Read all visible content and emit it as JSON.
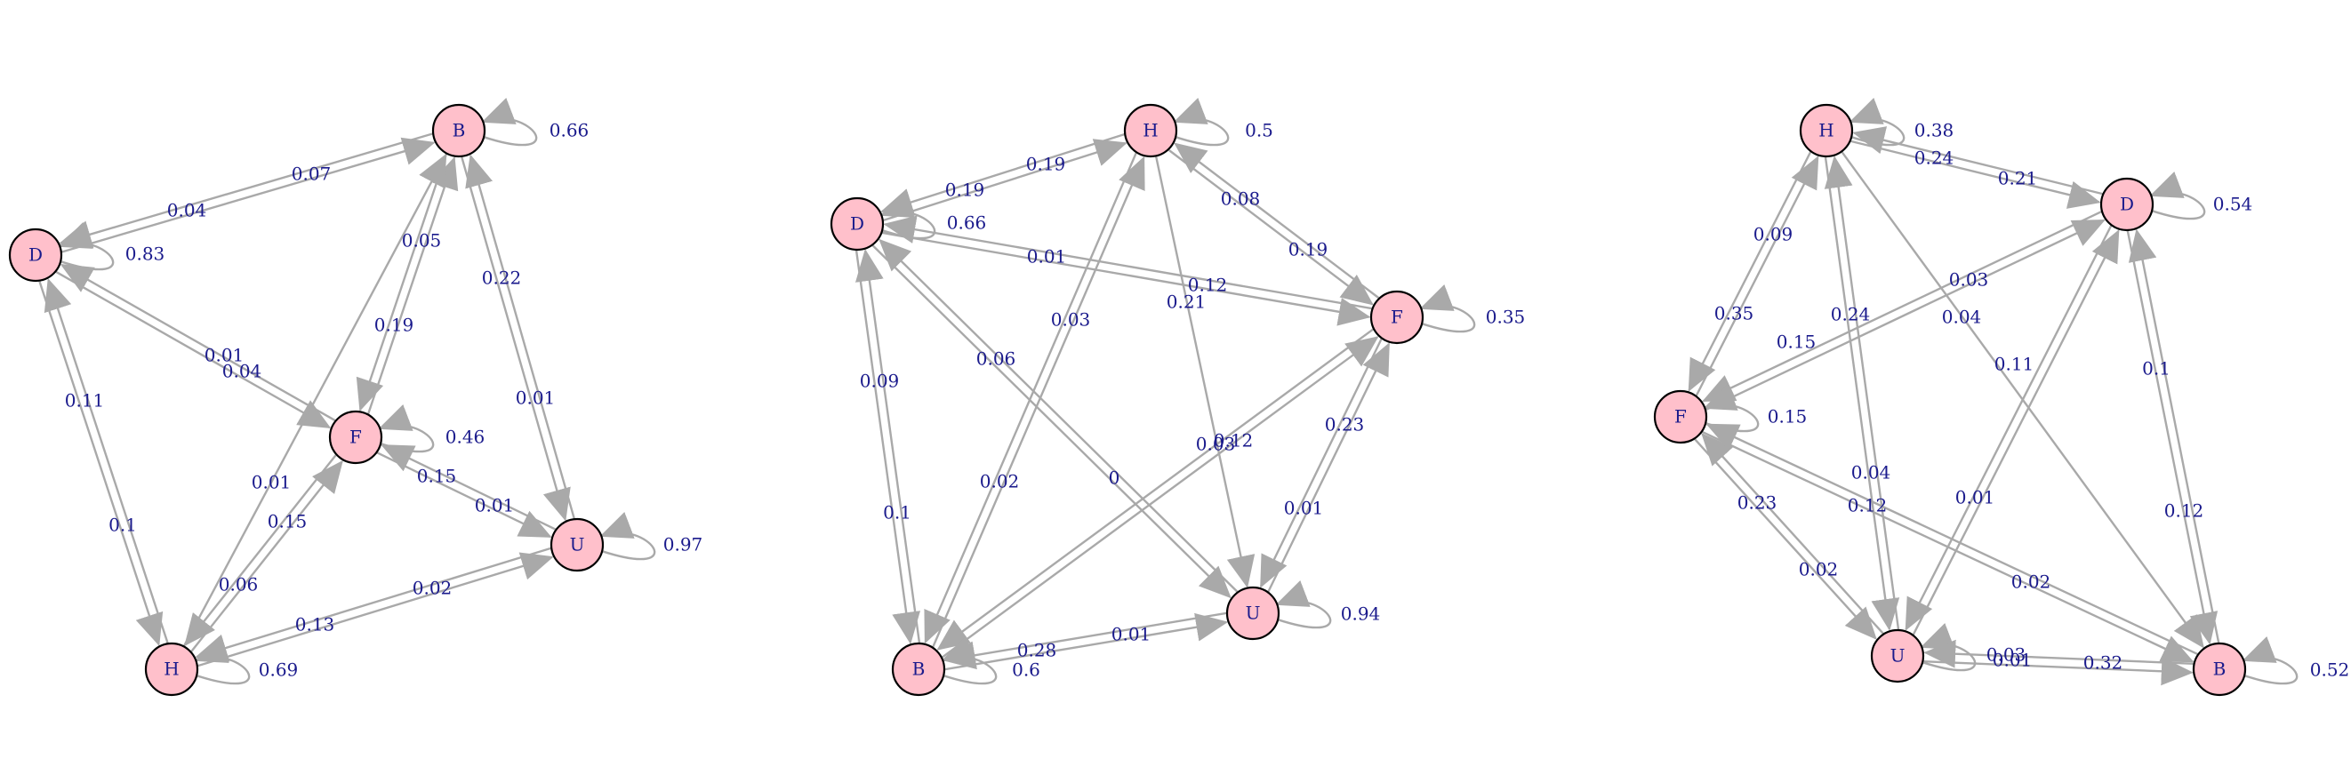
{
  "colors": {
    "node_fill": "#ffc0cb",
    "node_stroke": "#000000",
    "edge": "#a9a9a9",
    "label": "#1a1a8c"
  },
  "graphs": [
    {
      "nodes": [
        "B",
        "D",
        "F",
        "U",
        "H"
      ],
      "edges": [
        {
          "from": "B",
          "to": "B",
          "weight": "0.66"
        },
        {
          "from": "B",
          "to": "D",
          "weight": "0.04"
        },
        {
          "from": "D",
          "to": "B",
          "weight": "0.07"
        },
        {
          "from": "D",
          "to": "D",
          "weight": "0.83"
        },
        {
          "from": "D",
          "to": "H",
          "weight": "0.1"
        },
        {
          "from": "H",
          "to": "D",
          "weight": "0.11"
        },
        {
          "from": "D",
          "to": "F",
          "weight": "0.01"
        },
        {
          "from": "F",
          "to": "D",
          "weight": "0.04"
        },
        {
          "from": "B",
          "to": "F",
          "weight": "0.19"
        },
        {
          "from": "F",
          "to": "B",
          "weight": "0.05"
        },
        {
          "from": "B",
          "to": "U",
          "weight": "0.01"
        },
        {
          "from": "U",
          "to": "B",
          "weight": "0.22"
        },
        {
          "from": "H",
          "to": "B",
          "weight": "0.01"
        },
        {
          "from": "F",
          "to": "F",
          "weight": "0.46"
        },
        {
          "from": "F",
          "to": "U",
          "weight": "0.01"
        },
        {
          "from": "U",
          "to": "F",
          "weight": "0.15"
        },
        {
          "from": "F",
          "to": "H",
          "weight": "0.06"
        },
        {
          "from": "H",
          "to": "F",
          "weight": "0.15"
        },
        {
          "from": "U",
          "to": "U",
          "weight": "0.97"
        },
        {
          "from": "H",
          "to": "U",
          "weight": "0.02"
        },
        {
          "from": "U",
          "to": "H",
          "weight": "0.13"
        },
        {
          "from": "H",
          "to": "H",
          "weight": "0.69"
        }
      ]
    },
    {
      "nodes": [
        "H",
        "D",
        "F",
        "U",
        "B"
      ],
      "edges": [
        {
          "from": "H",
          "to": "H",
          "weight": "0.5"
        },
        {
          "from": "H",
          "to": "D",
          "weight": "0.19"
        },
        {
          "from": "D",
          "to": "H",
          "weight": "0.19"
        },
        {
          "from": "D",
          "to": "D",
          "weight": "0.66"
        },
        {
          "from": "H",
          "to": "F",
          "weight": "0.19"
        },
        {
          "from": "F",
          "to": "H",
          "weight": "0.08"
        },
        {
          "from": "D",
          "to": "F",
          "weight": "0.12"
        },
        {
          "from": "F",
          "to": "D",
          "weight": "0.01"
        },
        {
          "from": "F",
          "to": "F",
          "weight": "0.35"
        },
        {
          "from": "H",
          "to": "U",
          "weight": "0.21"
        },
        {
          "from": "D",
          "to": "U",
          "weight": "0"
        },
        {
          "from": "U",
          "to": "D",
          "weight": "0.06"
        },
        {
          "from": "D",
          "to": "B",
          "weight": "0.1"
        },
        {
          "from": "B",
          "to": "D",
          "weight": "0.09"
        },
        {
          "from": "B",
          "to": "H",
          "weight": "0.03"
        },
        {
          "from": "H",
          "to": "B",
          "weight": "0.02"
        },
        {
          "from": "F",
          "to": "B",
          "weight": "0.03"
        },
        {
          "from": "B",
          "to": "F",
          "weight": "0.12"
        },
        {
          "from": "U",
          "to": "F",
          "weight": "0.23"
        },
        {
          "from": "F",
          "to": "U",
          "weight": "0.01"
        },
        {
          "from": "U",
          "to": "U",
          "weight": "0.94"
        },
        {
          "from": "B",
          "to": "U",
          "weight": "0.01"
        },
        {
          "from": "U",
          "to": "B",
          "weight": "0.28"
        },
        {
          "from": "B",
          "to": "B",
          "weight": "0.6"
        }
      ]
    },
    {
      "nodes": [
        "H",
        "D",
        "F",
        "U",
        "B"
      ],
      "edges": [
        {
          "from": "H",
          "to": "H",
          "weight": "0.38"
        },
        {
          "from": "H",
          "to": "D",
          "weight": "0.21"
        },
        {
          "from": "D",
          "to": "H",
          "weight": "0.24"
        },
        {
          "from": "D",
          "to": "D",
          "weight": "0.54"
        },
        {
          "from": "H",
          "to": "F",
          "weight": "0.35"
        },
        {
          "from": "F",
          "to": "H",
          "weight": "0.09"
        },
        {
          "from": "D",
          "to": "F",
          "weight": "0.15"
        },
        {
          "from": "F",
          "to": "D",
          "weight": "0.03"
        },
        {
          "from": "H",
          "to": "U",
          "weight": "0.04"
        },
        {
          "from": "U",
          "to": "H",
          "weight": "0.24"
        },
        {
          "from": "H",
          "to": "B",
          "weight": "0.04"
        },
        {
          "from": "D",
          "to": "U",
          "weight": "0.11"
        },
        {
          "from": "U",
          "to": "D",
          "weight": "0.01"
        },
        {
          "from": "D",
          "to": "B",
          "weight": "0.12"
        },
        {
          "from": "B",
          "to": "D",
          "weight": "0.1"
        },
        {
          "from": "F",
          "to": "F",
          "weight": "0.15"
        },
        {
          "from": "F",
          "to": "U",
          "weight": "0.02"
        },
        {
          "from": "U",
          "to": "F",
          "weight": "0.23"
        },
        {
          "from": "F",
          "to": "B",
          "weight": "0.02"
        },
        {
          "from": "B",
          "to": "F",
          "weight": "0.12"
        },
        {
          "from": "U",
          "to": "U",
          "weight": "0.03"
        },
        {
          "from": "U",
          "to": "B",
          "weight": "0.32"
        },
        {
          "from": "B",
          "to": "U",
          "weight": "0.01"
        },
        {
          "from": "B",
          "to": "B",
          "weight": "0.52"
        }
      ]
    }
  ]
}
